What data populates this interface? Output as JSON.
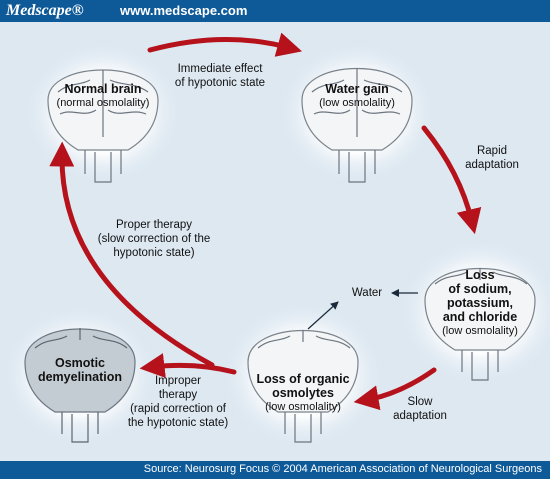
{
  "header": {
    "brand": "Medscape®",
    "url": "www.medscape.com"
  },
  "footer": {
    "source": "Source: Neurosurg Focus © 2004 American Association of Neurological Surgeons"
  },
  "nodes": {
    "normal": {
      "title": "Normal brain",
      "subtitle": "(normal osmolality)"
    },
    "water_gain": {
      "title": "Water gain",
      "subtitle": "(low osmolality)"
    },
    "loss_ions": {
      "title_lines": [
        "Loss",
        "of sodium,",
        "potassium,",
        "and chloride"
      ],
      "subtitle": "(low osmolality)"
    },
    "loss_osmolytes": {
      "title_lines": [
        "Loss of organic",
        "osmolytes"
      ],
      "subtitle": "(low osmolality)"
    },
    "demyelination": {
      "title_lines": [
        "Osmotic",
        "demyelination"
      ]
    }
  },
  "edges": {
    "immediate": [
      "Immediate effect",
      "of hypotonic state"
    ],
    "rapid": [
      "Rapid",
      "adaptation"
    ],
    "slow": [
      "Slow",
      "adaptation"
    ],
    "proper": [
      "Proper therapy",
      "(slow correction of the",
      "hypotonic state)"
    ],
    "improper": [
      "Improper",
      "therapy",
      "(rapid correction of",
      "the hypotonic state)"
    ],
    "water": "Water"
  },
  "colors": {
    "banner": "#0e5a99",
    "arrow": "#b5121b",
    "background": "#dde8f1"
  }
}
